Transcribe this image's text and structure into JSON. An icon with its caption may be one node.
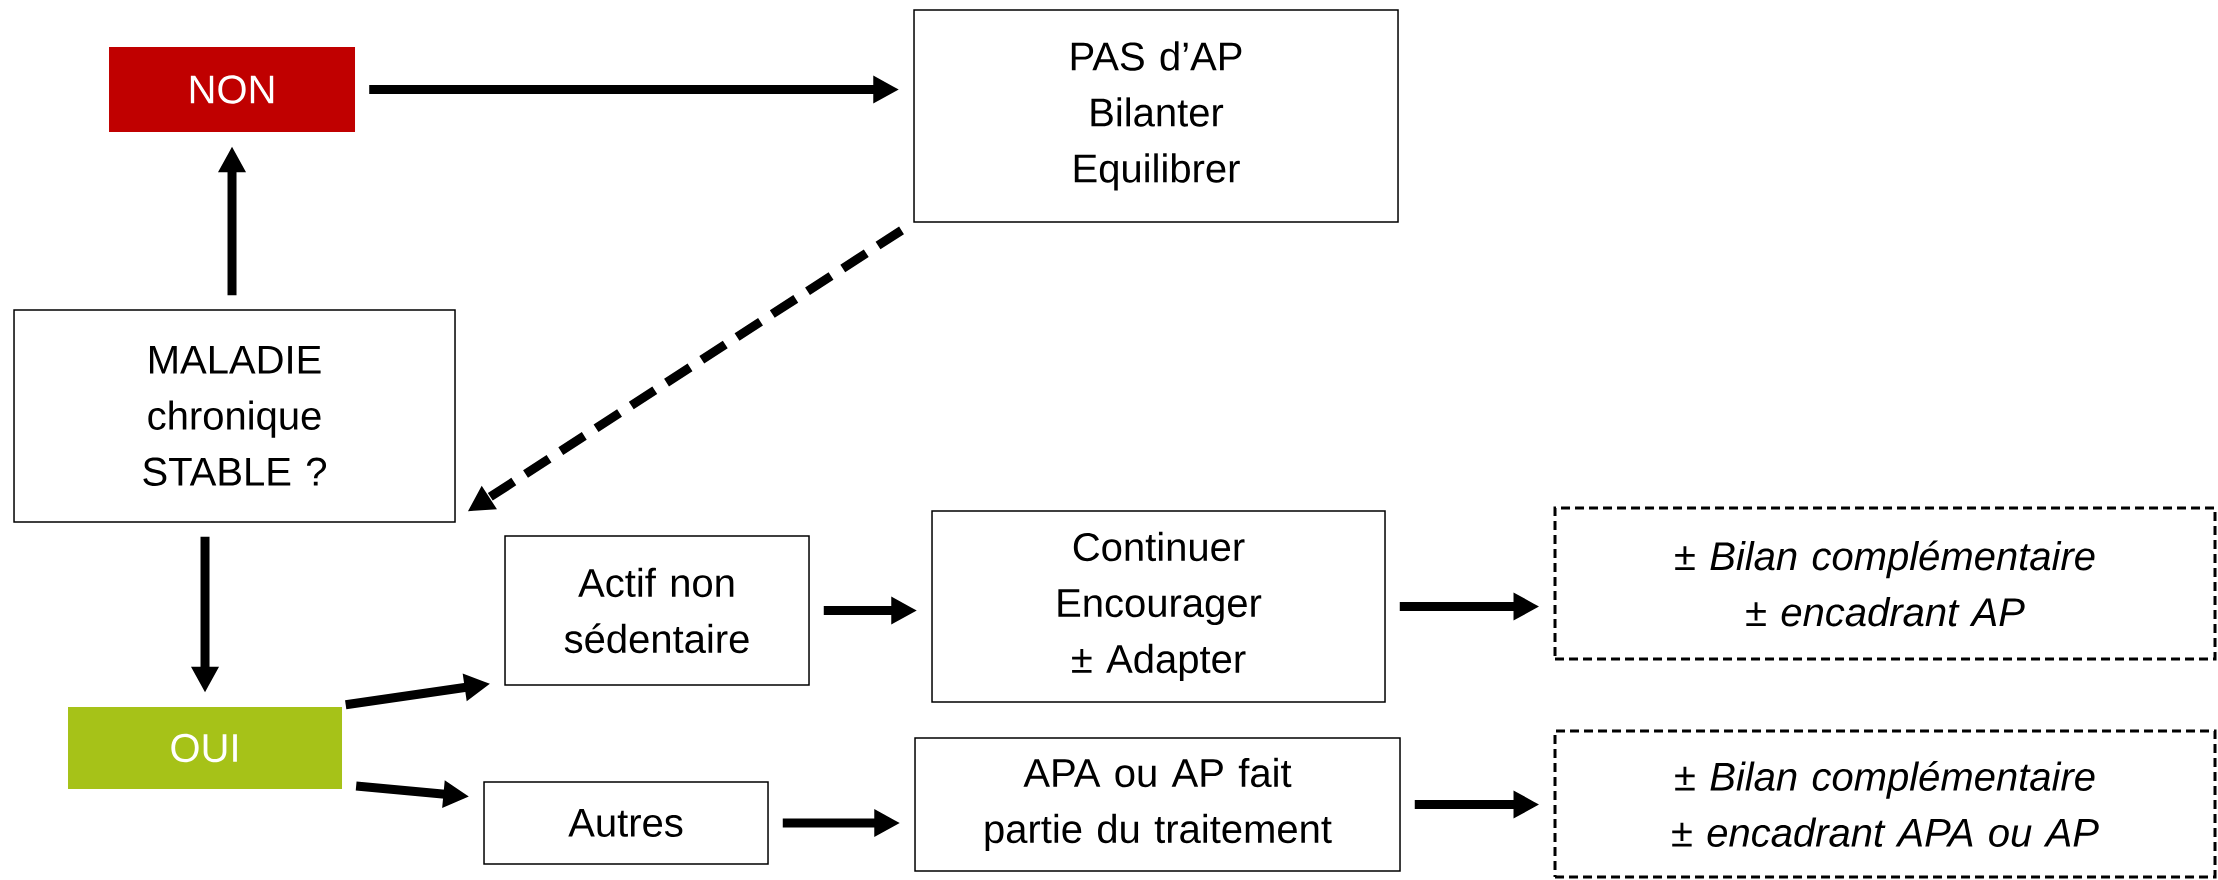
{
  "diagram": {
    "nodes": [
      {
        "text": [
          "NON"
        ]
      },
      {
        "text": [
          "PAS d’AP Bilanter Equilibrer"
        ]
      },
      {
        "text": [
          "MALADIE chronique STABLE ?"
        ]
      },
      {
        "text": [
          "OUI"
        ]
      },
      {
        "text": [
          "Actif non sédentaire"
        ]
      },
      {
        "text": [
          "Continuer Encourager ± Adapter"
        ]
      },
      {
        "text": [
          "± Bilan complémentaire ± encadrant AP"
        ]
      },
      {
        "text": [
          "Autres"
        ]
      },
      {
        "text": [
          "APA ou AP fait partie du traitement"
        ]
      },
      {
        "text": [
          "± Bilan complémentaire ± encadrant APA ou AP"
        ]
      }
    ],
    "edges": [
      {
        "from": 0,
        "to": 1,
        "arrow": "to"
      },
      {
        "from": 1,
        "to": 2,
        "arrow": "to",
        "style": "dashed"
      },
      {
        "from": 2,
        "to": 0,
        "arrow": "to"
      },
      {
        "from": 2,
        "to": 3,
        "arrow": "to"
      },
      {
        "from": 3,
        "to": 4,
        "arrow": "to"
      },
      {
        "from": 3,
        "to": 7,
        "arrow": "to"
      },
      {
        "from": 4,
        "to": 5,
        "arrow": "to"
      },
      {
        "from": 5,
        "to": 6,
        "arrow": "to"
      },
      {
        "from": 7,
        "to": 8,
        "arrow": "to"
      },
      {
        "from": 8,
        "to": 9,
        "arrow": "to"
      }
    ]
  }
}
